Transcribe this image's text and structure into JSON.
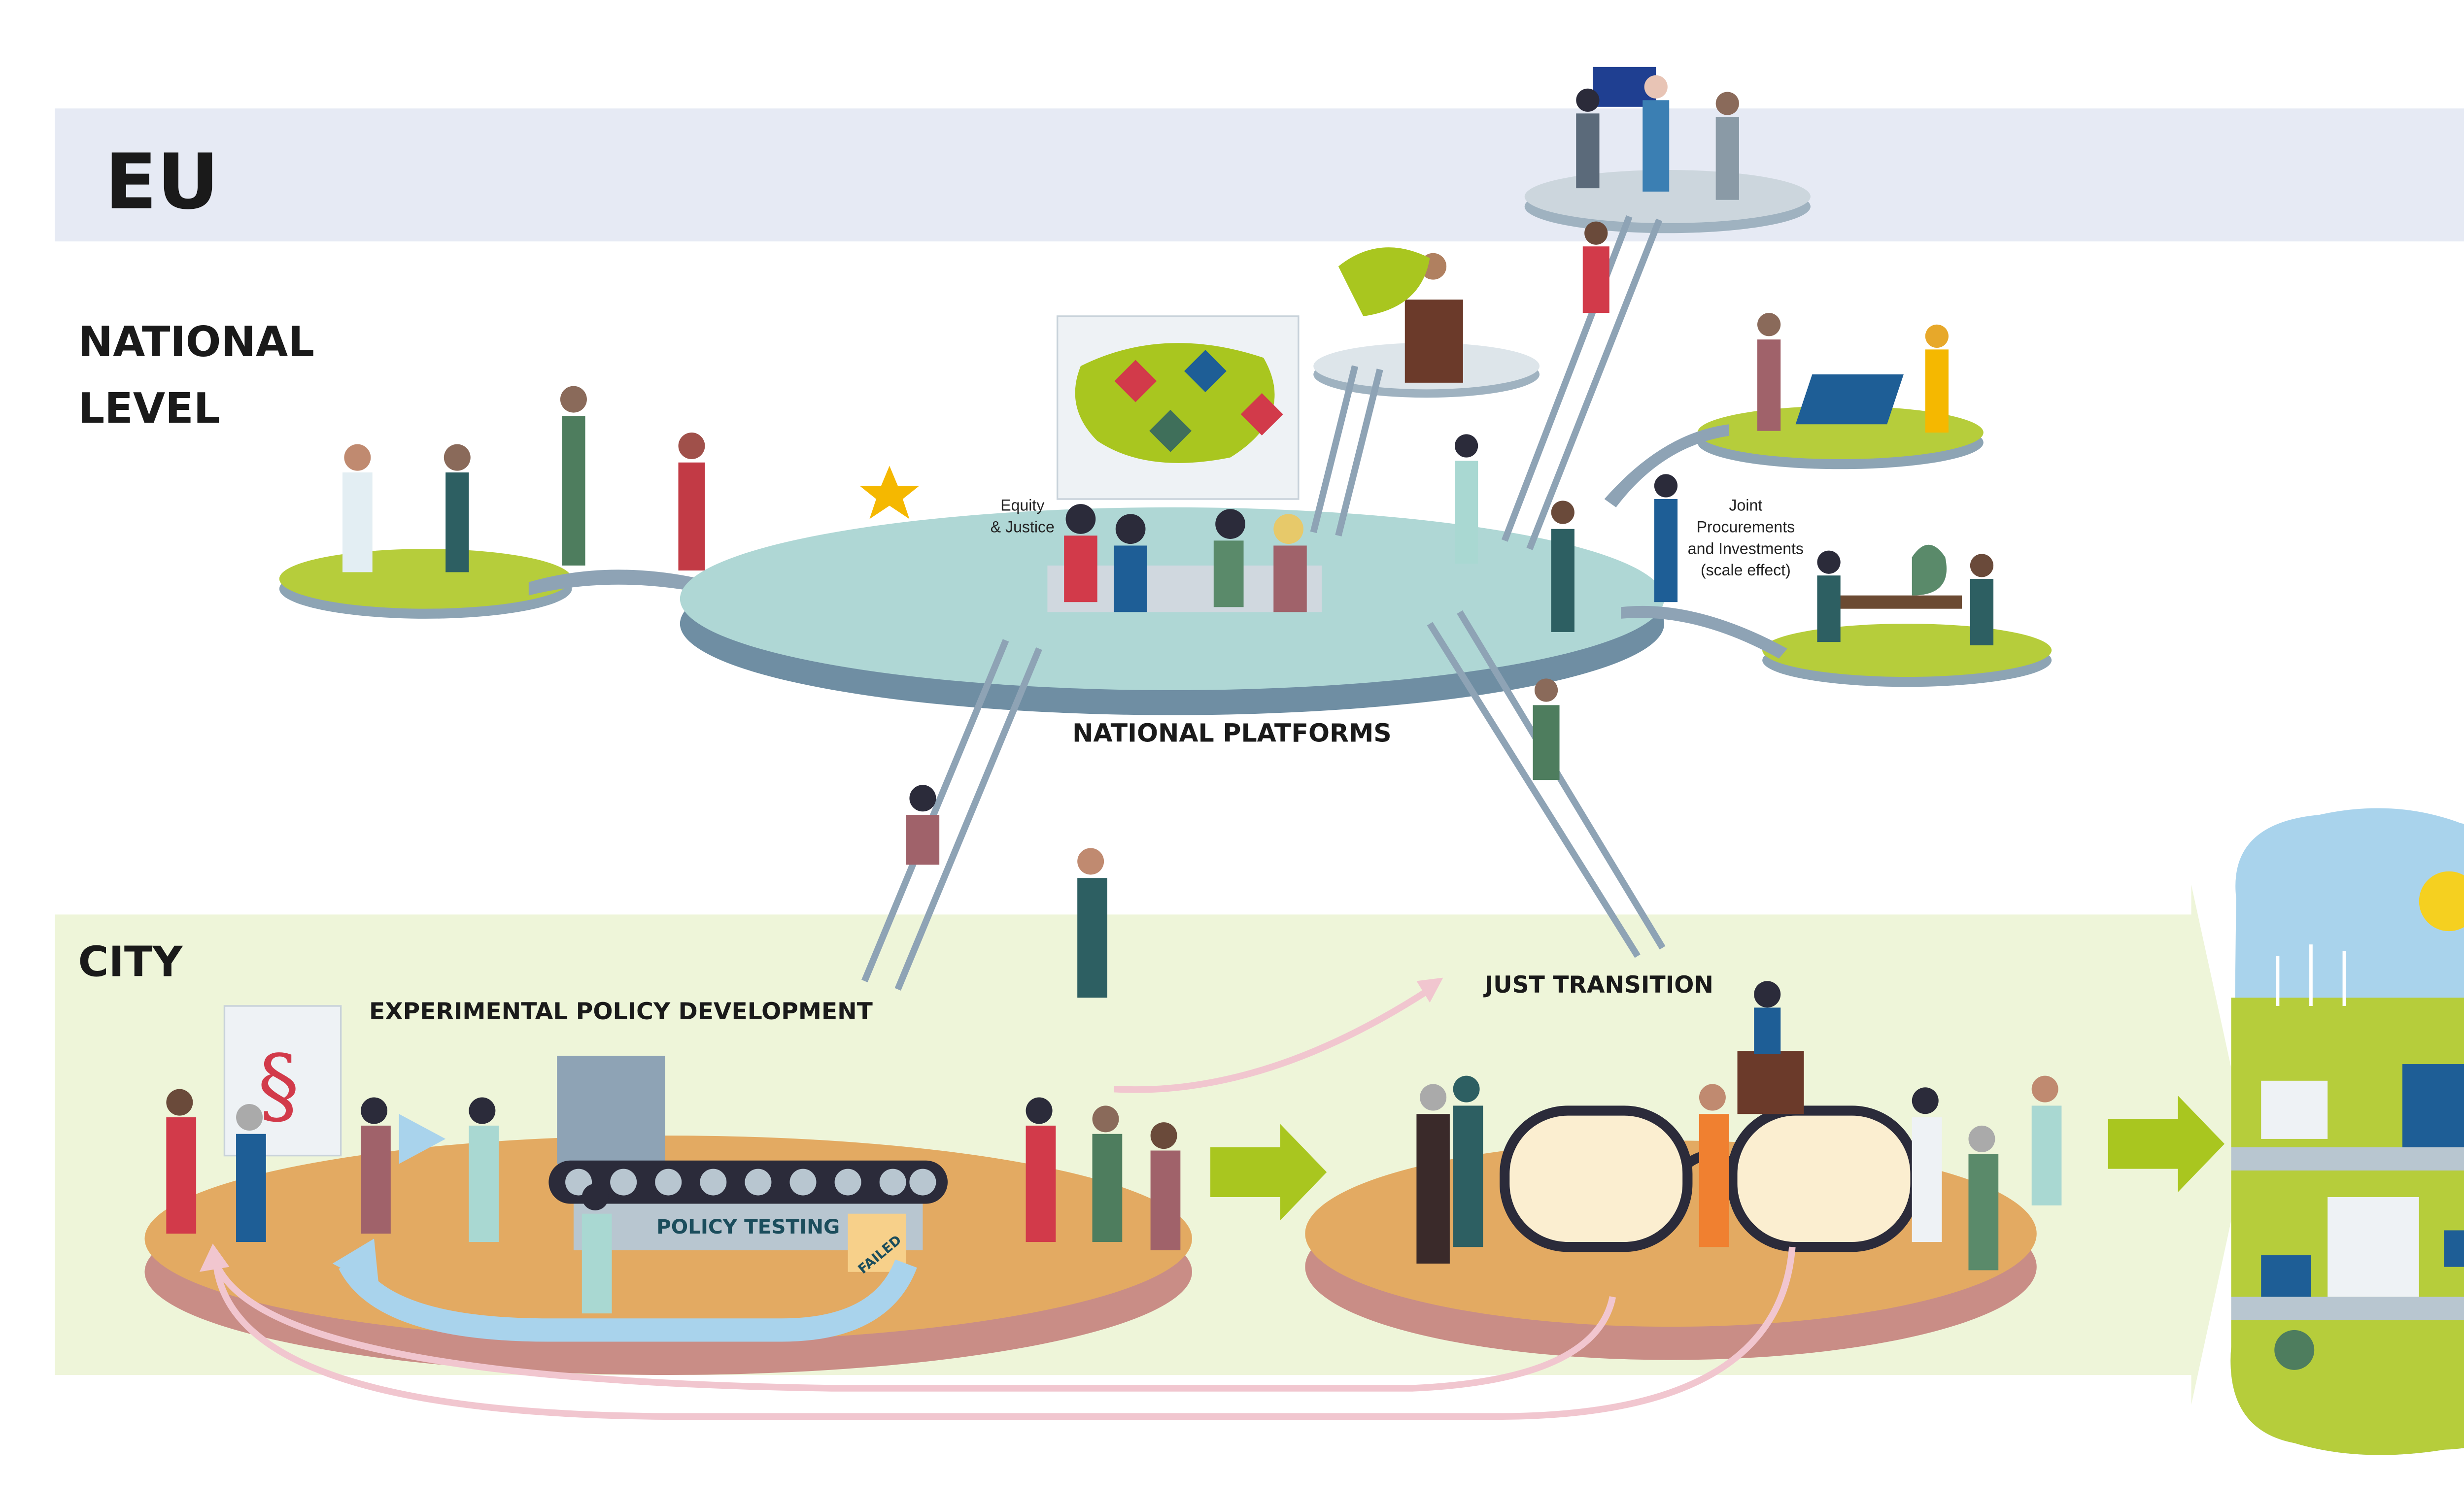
{
  "levels": {
    "eu": "EU",
    "national_line1": "NATIONAL",
    "national_line2": "LEVEL",
    "city": "CITY"
  },
  "labels": {
    "national_platforms": "NATIONAL PLATFORMS",
    "experimental_policy": "EXPERIMENTAL POLICY DEVELOPMENT",
    "just_transition": "JUST TRANSITION",
    "policy_testing": "POLICY TESTING",
    "failed": "FAILED",
    "equity_line1": "Equity",
    "equity_line2": "& Justice",
    "joint_line1": "Joint",
    "joint_line2": "Procurements",
    "joint_line3": "and Investments",
    "joint_line4": "(scale effect)"
  },
  "colors": {
    "eu_band": "#e6eaf4",
    "city_band": "#eef5d9",
    "national_platform": "#afd7d5",
    "platform_side": "#6f8ea3",
    "green_platform": "#b6cd3b",
    "city_platform": "#e3aa62",
    "city_platform_side": "#c98d86",
    "arrow_green": "#a9c61f",
    "pink_arrow": "#f1c6cf",
    "blue_loop": "#a9d3ec"
  }
}
